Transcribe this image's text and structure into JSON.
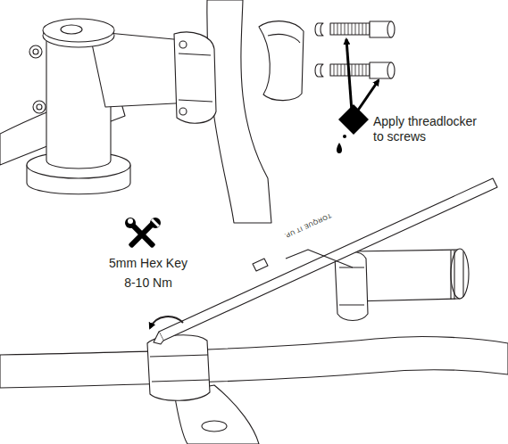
{
  "diagram": {
    "labels": [
      "Apply threadlocker to screws",
      "5mm Hex Key",
      "8-10 Nm",
      "TORQUE IT UP."
    ]
  }
}
